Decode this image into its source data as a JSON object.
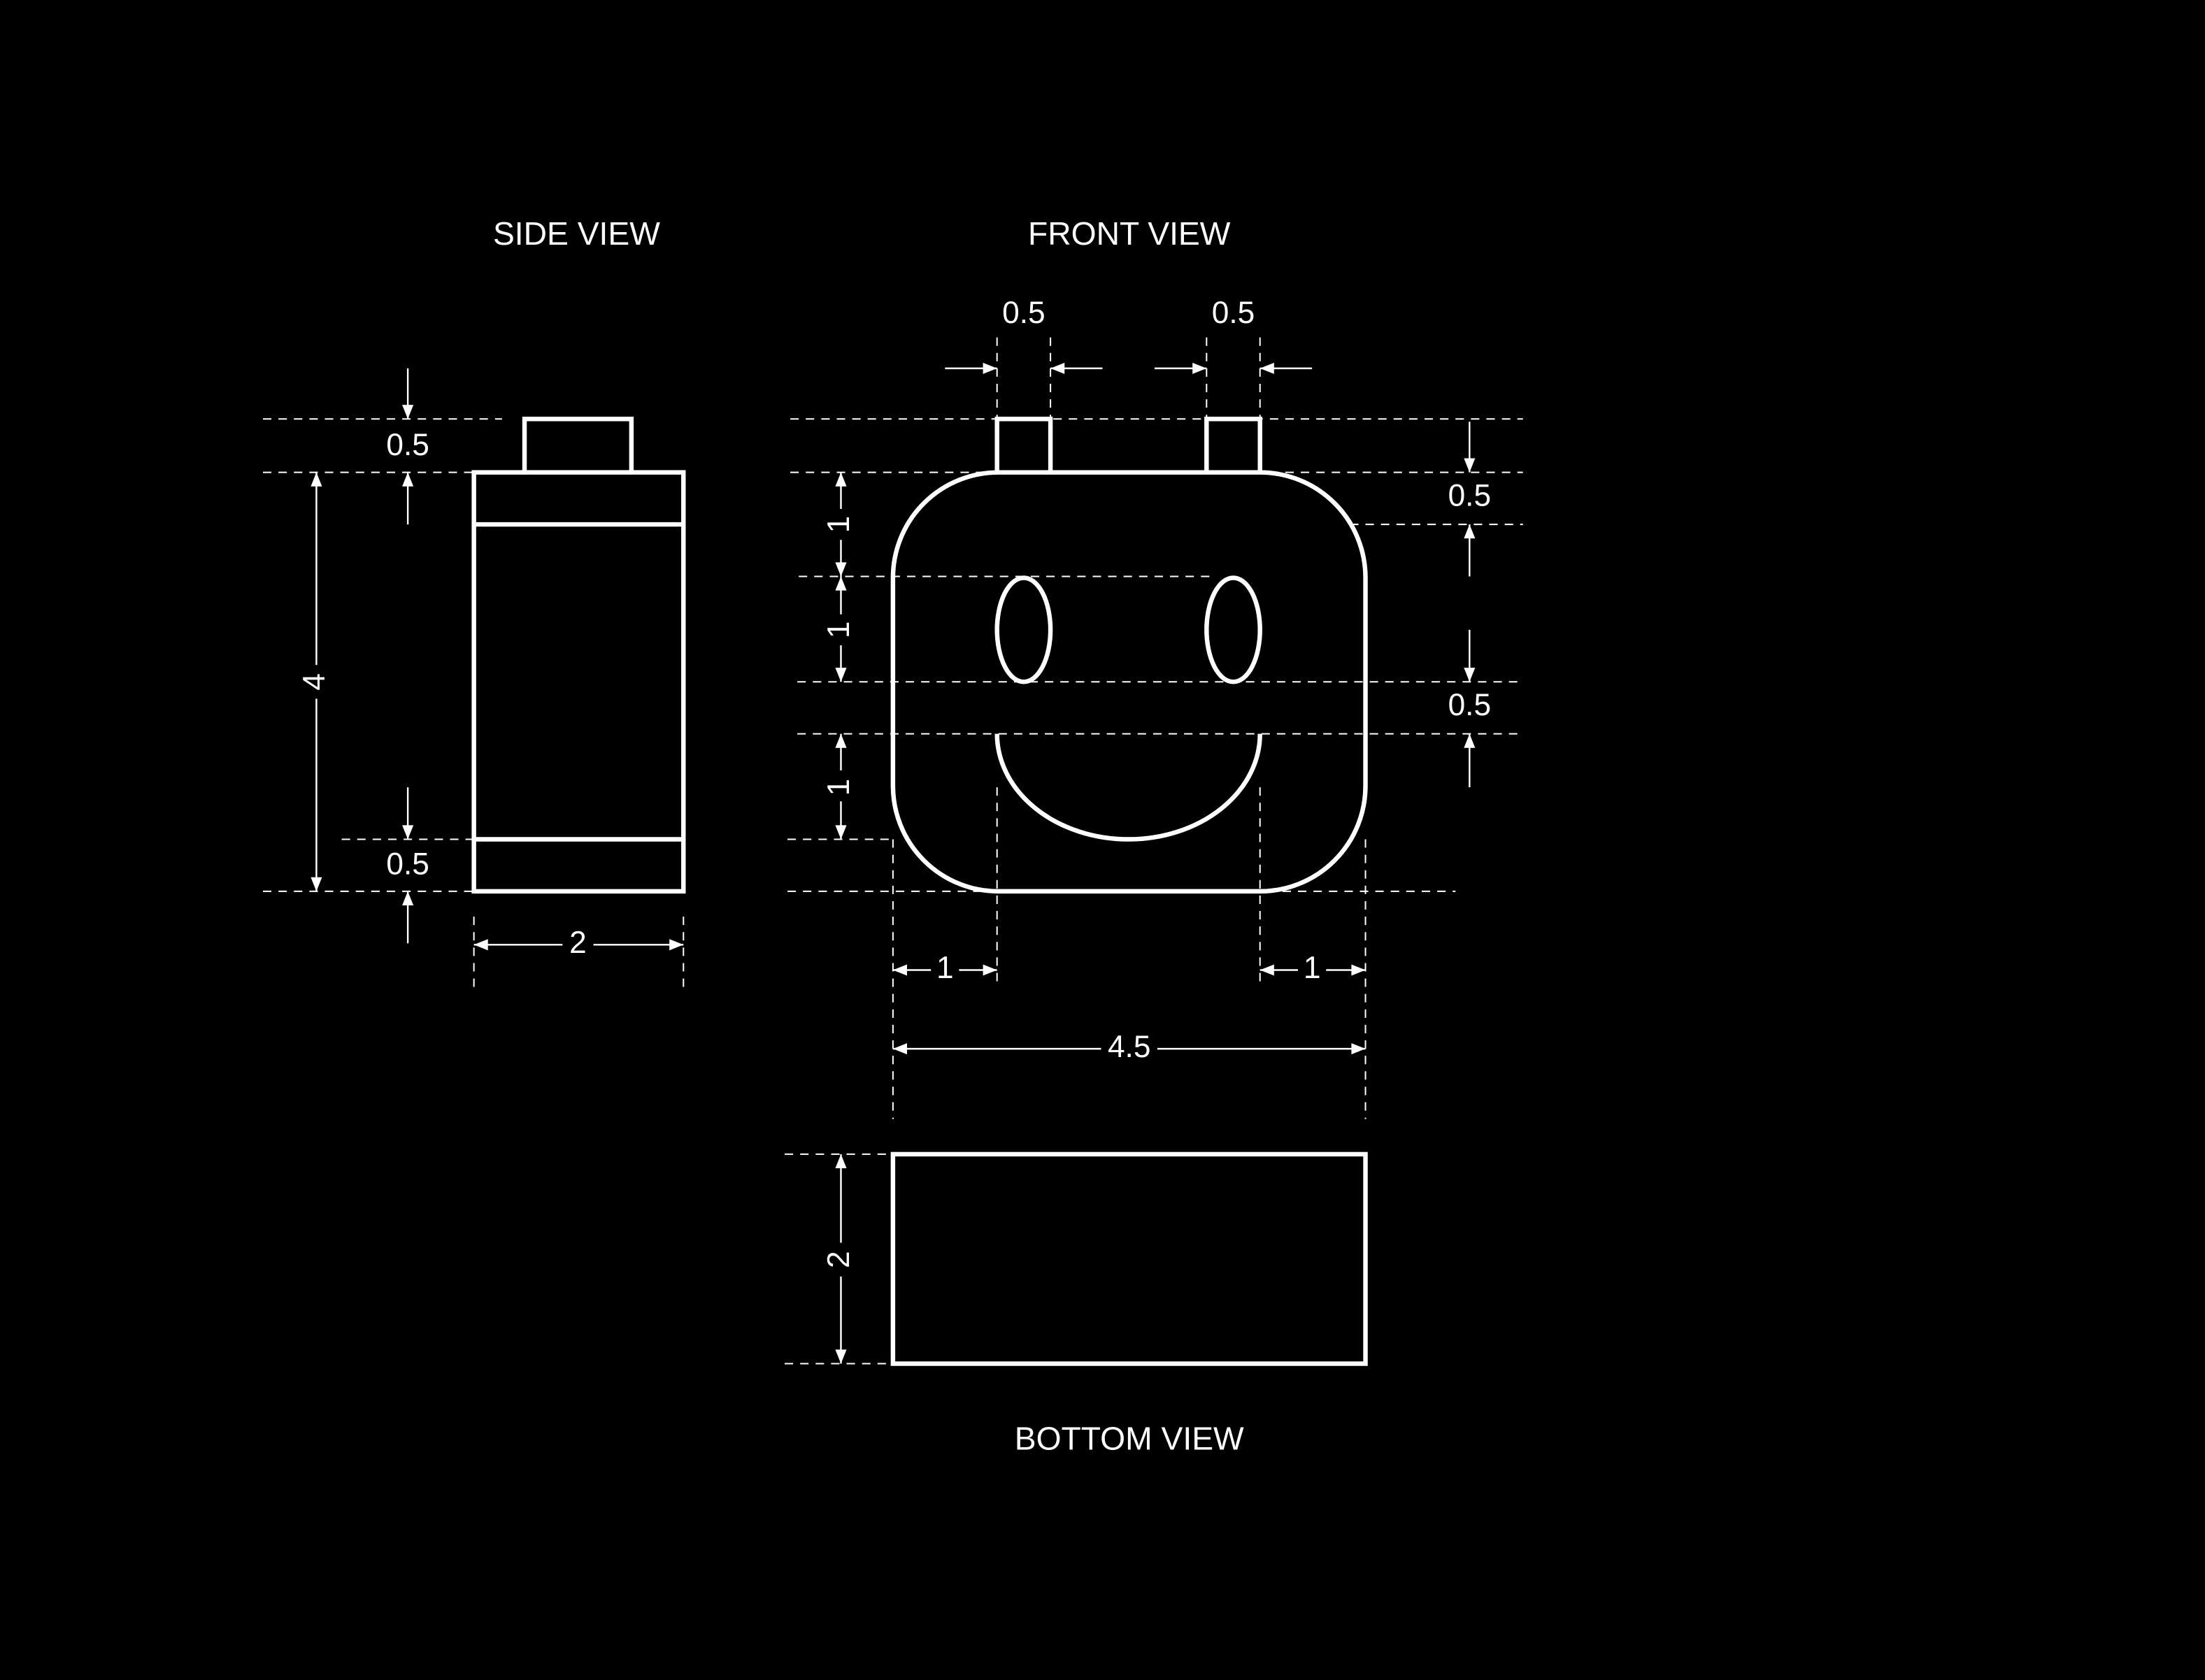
{
  "titles": {
    "side": "SIDE VIEW",
    "front": "FRONT VIEW",
    "bottom": "BOTTOM VIEW"
  },
  "side_view": {
    "height": "4",
    "top_tab_height": "0.5",
    "bottom_band_height": "0.5",
    "width": "2"
  },
  "front_view": {
    "left_tab_width": "0.5",
    "right_tab_width": "0.5",
    "top_offset": "0.5",
    "mid_offset": "0.5",
    "left_dim_1": "1",
    "left_dim_2": "1",
    "left_dim_3": "1",
    "bottom_left": "1",
    "bottom_right": "1",
    "overall_width": "4.5"
  },
  "bottom_view": {
    "depth": "2"
  },
  "colors": {
    "background": "#000000",
    "line": "#ffffff"
  }
}
